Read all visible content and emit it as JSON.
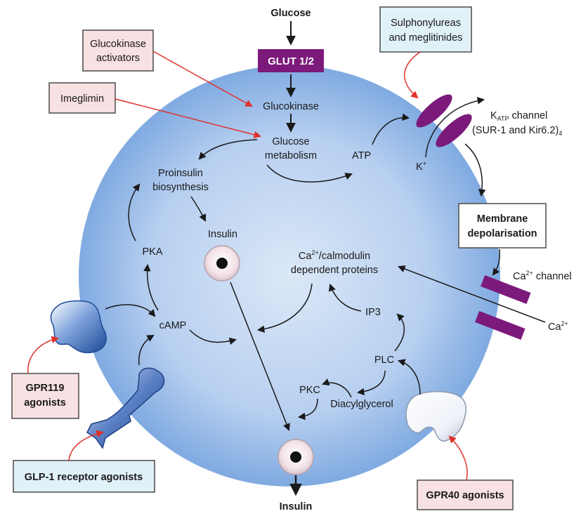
{
  "colors": {
    "cell_inner": "#dbe8f7",
    "cell_outer": "#6f9fdc",
    "purple": "#7b1a7a",
    "pink_box": "#f8e1e3",
    "blue_box": "#e1f1f8",
    "red_arrow": "#e0312b",
    "black_arrow": "#1a1a1a",
    "receptor_blue": "#2a5aa8"
  },
  "labels": {
    "glucose_top": "Glucose",
    "glut": "GLUT 1/2",
    "glucokinase": "Glucokinase",
    "glucose_metabolism_1": "Glucose",
    "glucose_metabolism_2": "metabolism",
    "atp": "ATP",
    "katp_k": "K",
    "katp_sub": "ATP",
    "katp_rest": " channel",
    "katp_line2": "(SUR-1 and Kir6.2)",
    "katp_line2_sub": "4",
    "k_ion": "K",
    "k_ion_sup": "+",
    "proinsulin_1": "Proinsulin",
    "proinsulin_2": "biosynthesis",
    "insulin_inner": "Insulin",
    "pka": "PKA",
    "camp": "cAMP",
    "ca_calmod_pre": "Ca",
    "ca_calmod_sup": "2+",
    "ca_calmod_post": "/calmodulin",
    "ca_calmod_2": "dependent proteins",
    "ip3": "IP3",
    "plc": "PLC",
    "pkc": "PKC",
    "diacylglycerol": "Diacylglycerol",
    "ca_channel_pre": "Ca",
    "ca_channel_sup": "2+",
    "ca_channel_post": " channel",
    "ca_ion_pre": "Ca",
    "ca_ion_sup": "2+",
    "insulin_bottom": "Insulin"
  },
  "boxes": {
    "glucokinase_activators_1": "Glucokinase",
    "glucokinase_activators_2": "activators",
    "imeglimin": "Imeglimin",
    "sulphonylureas_1": "Sulphonylureas",
    "sulphonylureas_2": "and meglitinides",
    "membrane_1": "Membrane",
    "membrane_2": "depolarisation",
    "gpr119_1": "GPR119",
    "gpr119_2": "agonists",
    "glp1": "GLP-1 receptor agonists",
    "gpr40": "GPR40 agonists"
  }
}
